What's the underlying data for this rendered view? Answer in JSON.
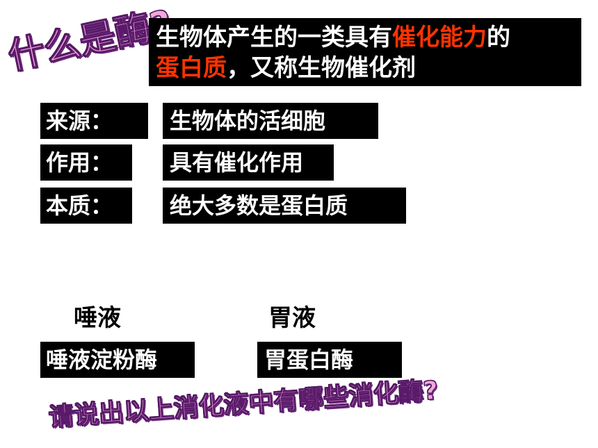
{
  "title_wordart": "什么是酶?",
  "definition": {
    "line1_prefix": "生物体产生的一类具有",
    "line1_highlight": "催化能力",
    "line1_suffix": "的",
    "line2_highlight": "蛋白质",
    "line2_suffix": "，又称生物催化剂"
  },
  "rows": [
    {
      "label": "来源：",
      "value": "生物体的活细胞"
    },
    {
      "label": "作用：",
      "value": "具有催化作用"
    },
    {
      "label": "本质：",
      "value": "绝大多数是蛋白质"
    }
  ],
  "fluids": [
    {
      "name": "唾液",
      "enzyme": "唾液淀粉酶"
    },
    {
      "name": "胃液",
      "enzyme": "胃蛋白酶"
    }
  ],
  "question_wordart": "请说出以上消化液中有哪些消化酶?",
  "colors": {
    "highlight": "#ff3300",
    "box_bg": "#000000",
    "wordart_fill": "#f2a6d8"
  }
}
